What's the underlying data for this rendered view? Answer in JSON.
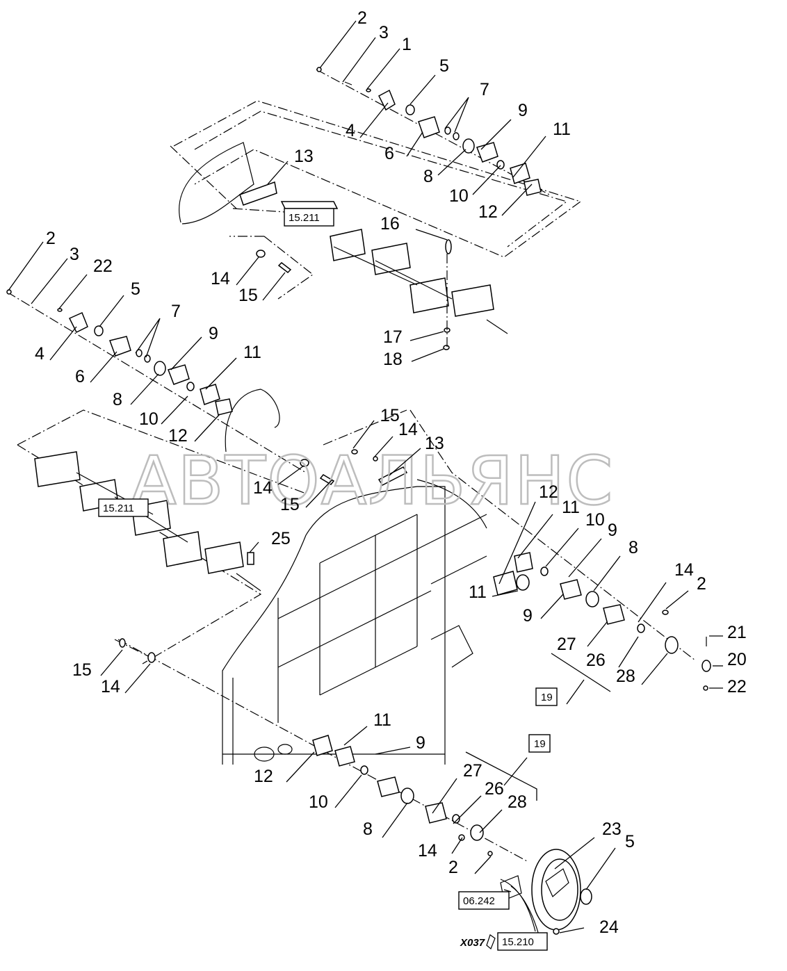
{
  "watermark": "АВТОАЛЬЯНС",
  "ref_boxes": {
    "b15211": "15.211",
    "b19": "19",
    "b06242": "06.242",
    "b15210": "15.210"
  },
  "drawing_code": "X037",
  "callouts": {
    "n1": "1",
    "n2": "2",
    "n3": "3",
    "n4": "4",
    "n5": "5",
    "n6": "6",
    "n7": "7",
    "n8": "8",
    "n9": "9",
    "n10": "10",
    "n11": "11",
    "n12": "12",
    "n13": "13",
    "n14": "14",
    "n15": "15",
    "n16": "16",
    "n17": "17",
    "n18": "18",
    "n19": "19",
    "n20": "20",
    "n21": "21",
    "n22": "22",
    "n23": "23",
    "n24": "24",
    "n25": "25",
    "n26": "26",
    "n27": "27",
    "n28": "28"
  }
}
